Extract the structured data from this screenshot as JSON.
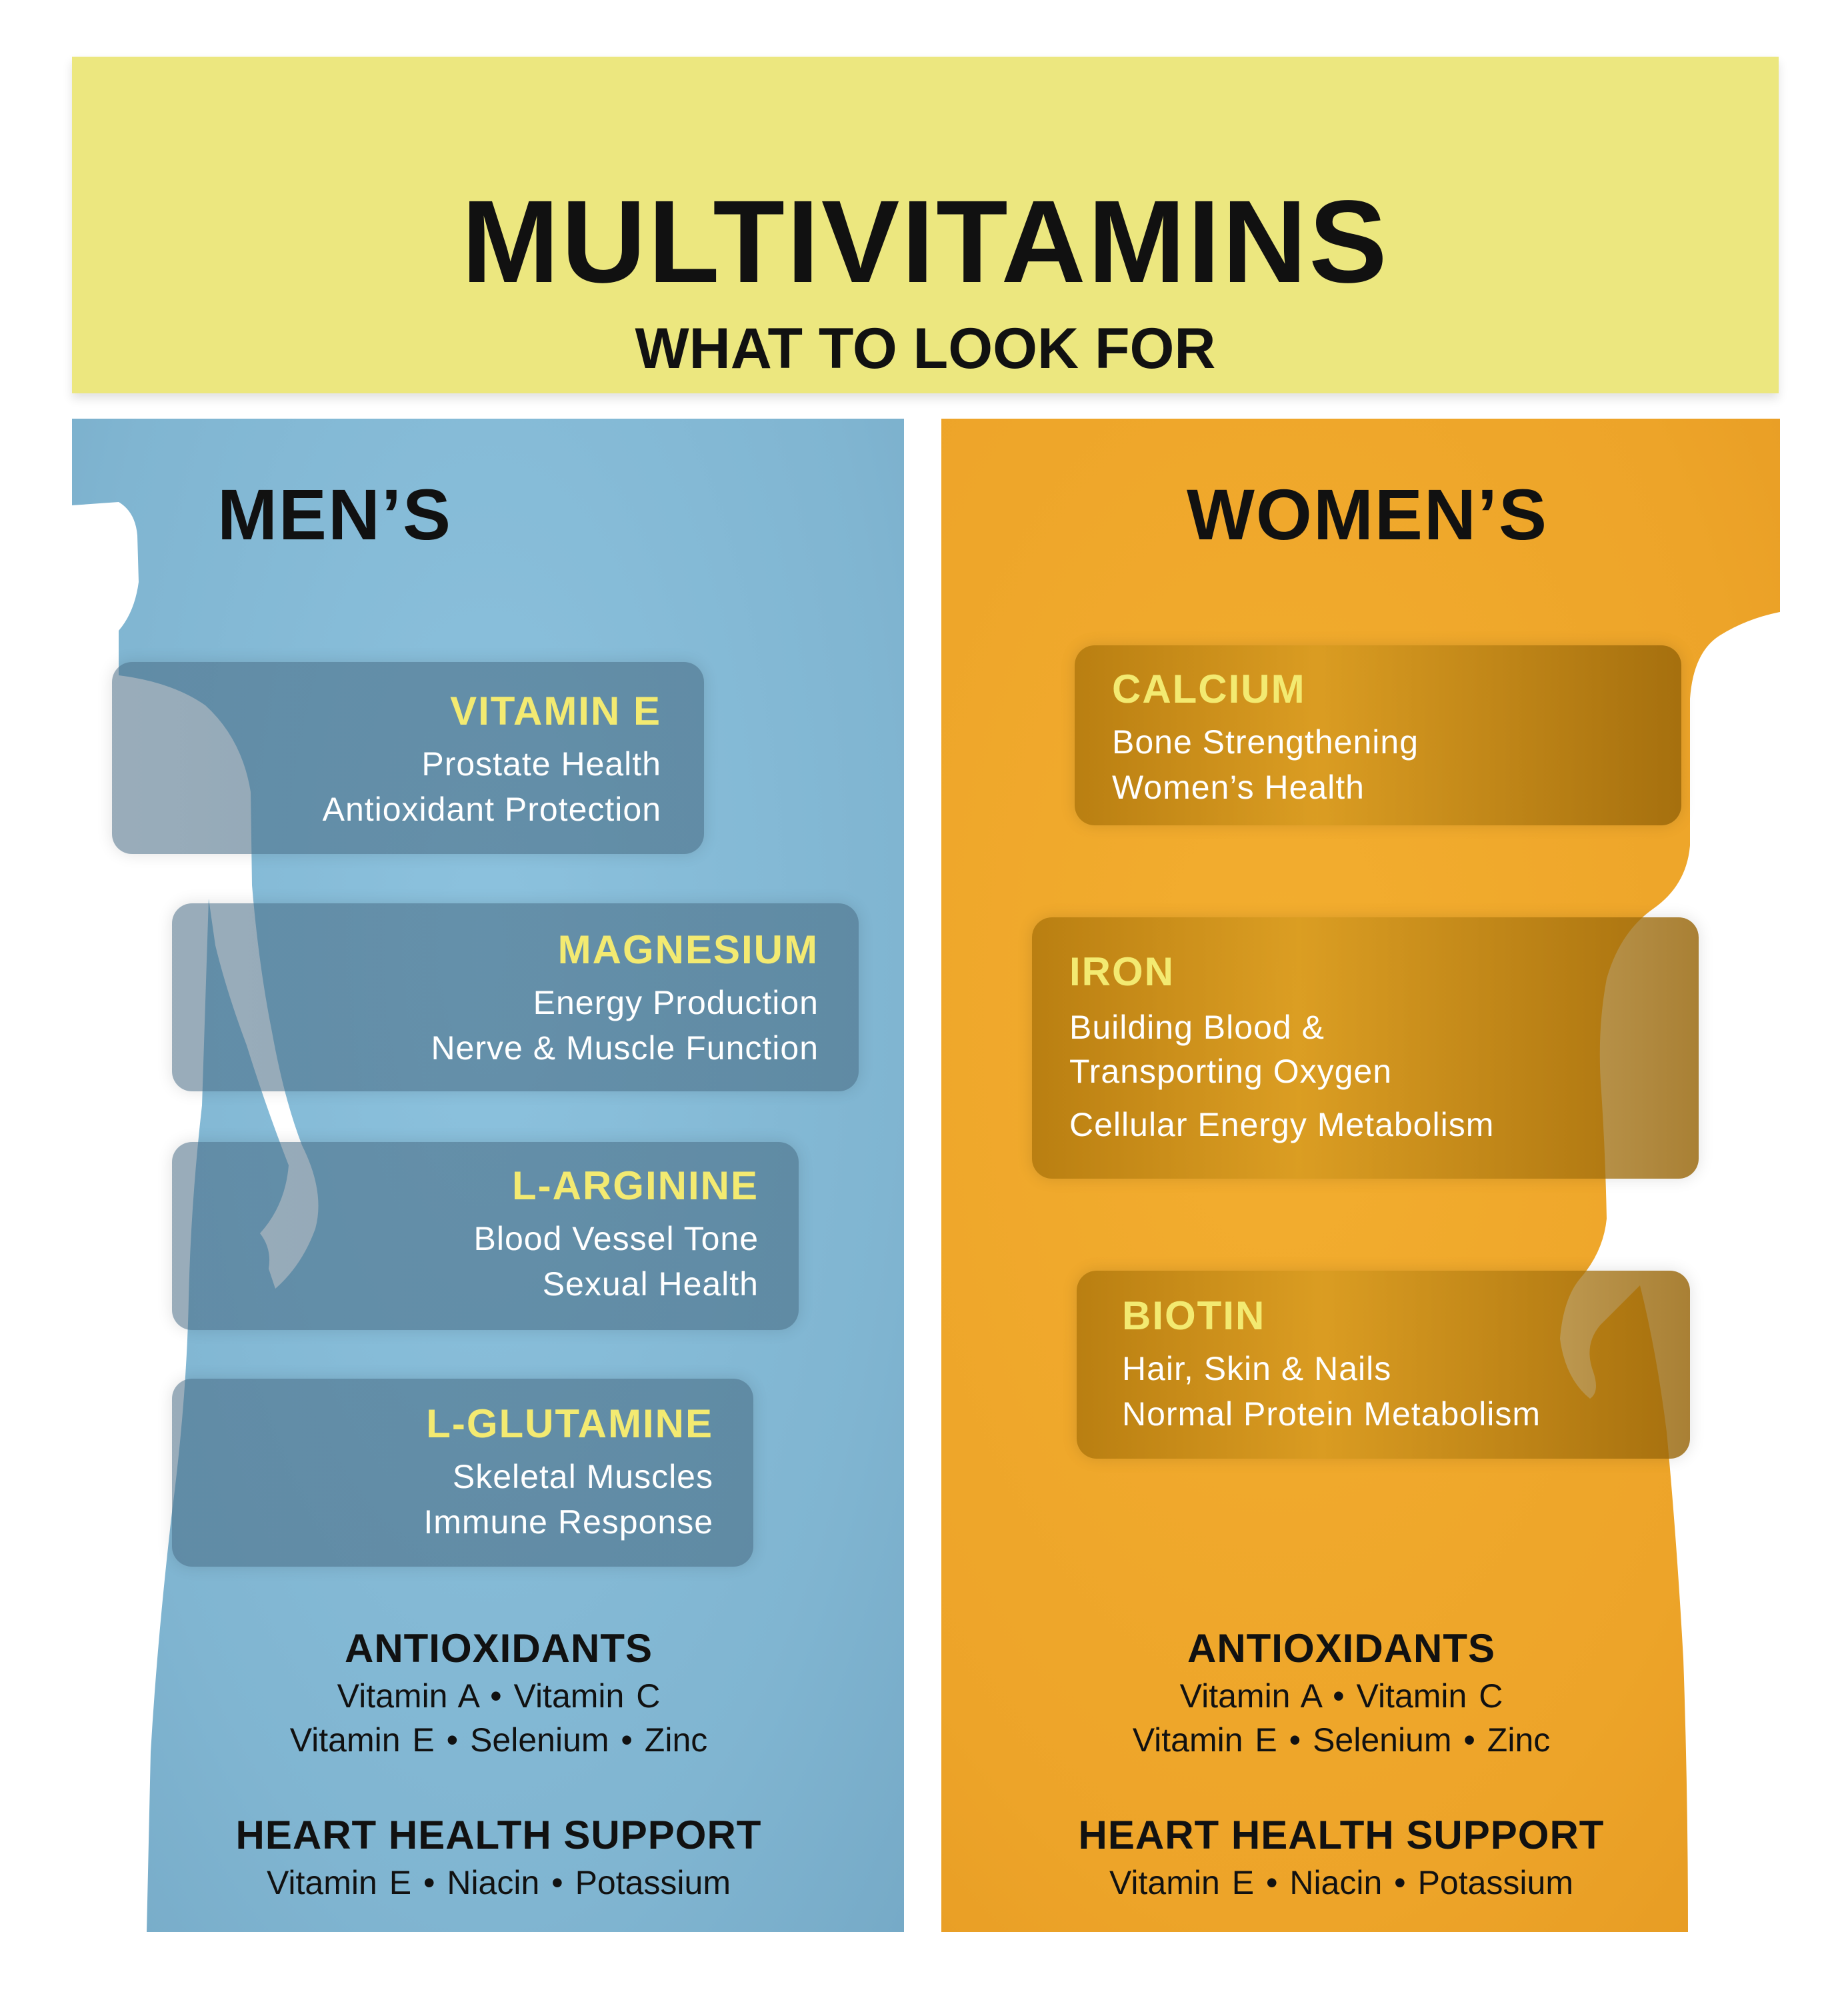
{
  "header": {
    "title": "MULTIVITAMINS",
    "subtitle": "WHAT TO LOOK FOR"
  },
  "colors": {
    "header_bg": "#ece77f",
    "men_panel": "#82b8d4",
    "women_panel": "#eea42a",
    "card_title": "#f3ea71"
  },
  "men": {
    "heading": "MEN’S",
    "cards": [
      {
        "title": "VITAMIN E",
        "lines": [
          "Prostate Health",
          "Antioxidant Protection"
        ]
      },
      {
        "title": "MAGNESIUM",
        "lines": [
          "Energy Production",
          "Nerve & Muscle Function"
        ]
      },
      {
        "title": "L-ARGININE",
        "lines": [
          "Blood Vessel Tone",
          "Sexual Health"
        ]
      },
      {
        "title": "L-GLUTAMINE",
        "lines": [
          "Skeletal Muscles",
          "Immune Response"
        ]
      }
    ],
    "antioxidants": {
      "title": "ANTIOXIDANTS",
      "line1": "Vitamin A  •  Vitamin C",
      "line2": "Vitamin E  •  Selenium  •  Zinc"
    },
    "heart": {
      "title": "HEART HEALTH SUPPORT",
      "line1": "Vitamin E  •  Niacin  •  Potassium"
    }
  },
  "women": {
    "heading": "WOMEN’S",
    "cards": [
      {
        "title": "CALCIUM",
        "lines": [
          "Bone Strengthening",
          "Women’s Health"
        ]
      },
      {
        "title": "IRON",
        "lines": [
          "Building Blood &",
          "Transporting Oxygen",
          "Cellular Energy Metabolism"
        ]
      },
      {
        "title": "BIOTIN",
        "lines": [
          "Hair, Skin & Nails",
          "Normal Protein Metabolism"
        ]
      }
    ],
    "antioxidants": {
      "title": "ANTIOXIDANTS",
      "line1": "Vitamin A  •  Vitamin C",
      "line2": "Vitamin E  •  Selenium  •  Zinc"
    },
    "heart": {
      "title": "HEART HEALTH SUPPORT",
      "line1": "Vitamin E  •  Niacin  •  Potassium"
    }
  }
}
